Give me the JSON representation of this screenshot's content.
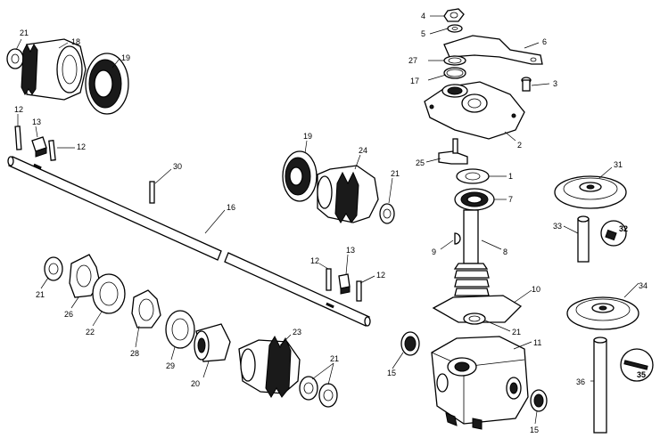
{
  "labels": {
    "p1": "1",
    "p2": "2",
    "p3": "3",
    "p4": "4",
    "p5": "5",
    "p6": "6",
    "p7": "7",
    "p8": "8",
    "p9": "9",
    "p10": "10",
    "p11": "11",
    "p12a": "12",
    "p12b": "12",
    "p12c": "12",
    "p12d": "12",
    "p13a": "13",
    "p13b": "13",
    "p15a": "15",
    "p15b": "15",
    "p16": "16",
    "p17": "17",
    "p18": "18",
    "p19a": "19",
    "p19b": "19",
    "p20": "20",
    "p21a": "21",
    "p21b": "21",
    "p21c": "21",
    "p21d": "21",
    "p21e": "21",
    "p22": "22",
    "p23": "23",
    "p24": "24",
    "p25": "25",
    "p26": "26",
    "p27": "27",
    "p28": "28",
    "p29": "29",
    "p30": "30",
    "p31": "31",
    "p32": "32",
    "p33": "33",
    "p34": "34",
    "p35": "35",
    "p36": "36"
  }
}
